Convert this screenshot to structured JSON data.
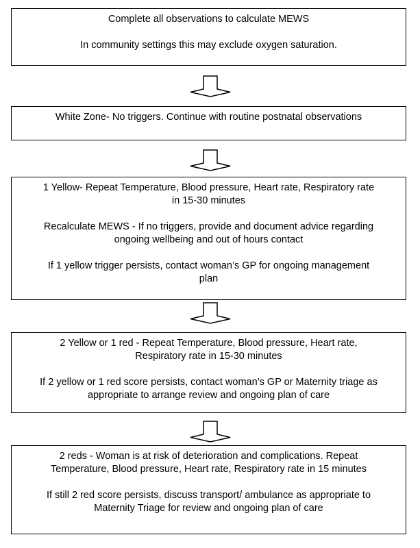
{
  "page": {
    "background_color": "#ffffff",
    "text_color": "#000000",
    "border_color": "#000000"
  },
  "flowchart": {
    "connector_icon": "down-arrow",
    "boxes": [
      {
        "name": "complete-observations",
        "paragraphs": [
          [
            "Complete all observations to calculate MEWS"
          ],
          [
            "In community settings this may exclude oxygen saturation."
          ]
        ]
      },
      {
        "name": "white-zone",
        "paragraphs": [
          [
            "White Zone- No triggers. Continue with routine postnatal observations"
          ]
        ]
      },
      {
        "name": "one-yellow",
        "paragraphs": [
          [
            "1 Yellow- Repeat Temperature, Blood pressure, Heart rate, Respiratory rate",
            "in 15-30 minutes"
          ],
          [
            "Recalculate MEWS - If no triggers, provide and document advice regarding",
            "ongoing wellbeing and out of hours contact"
          ],
          [
            "If 1 yellow trigger persists, contact woman’s GP for ongoing management",
            "plan"
          ]
        ]
      },
      {
        "name": "two-yellow-or-one-red",
        "paragraphs": [
          [
            "2 Yellow or 1 red - Repeat Temperature, Blood pressure, Heart rate,",
            "Respiratory rate in 15-30 minutes"
          ],
          [
            "If 2 yellow or 1 red score persists, contact woman’s GP or Maternity triage as",
            "appropriate to arrange review and ongoing plan of care"
          ]
        ]
      },
      {
        "name": "two-reds",
        "paragraphs": [
          [
            "2 reds - Woman is at risk of deterioration and complications. Repeat",
            "Temperature, Blood pressure, Heart rate, Respiratory rate in 15 minutes"
          ],
          [
            "If still 2 red score persists, discuss transport/ ambulance as appropriate to",
            "Maternity Triage for review and ongoing plan of care"
          ]
        ]
      }
    ]
  }
}
